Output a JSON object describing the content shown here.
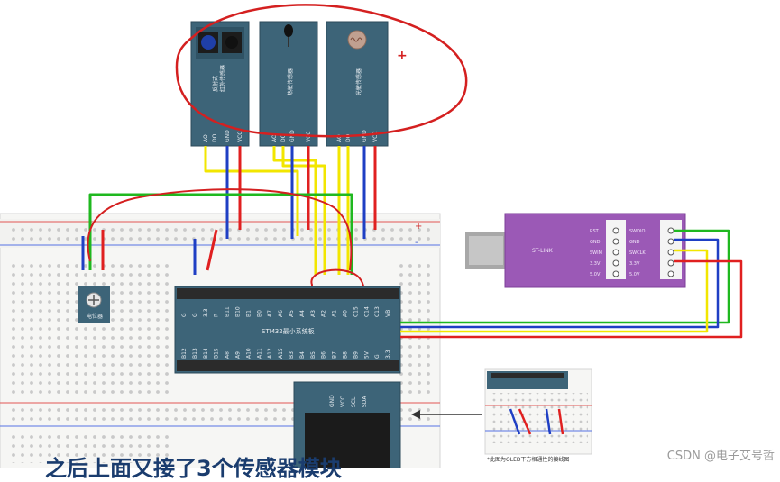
{
  "sensors": [
    {
      "label": "反射式\n红外传感器",
      "pins": [
        "AO",
        "DO",
        "GND",
        "VCC"
      ],
      "icon": "infrared-icon"
    },
    {
      "label": "热敏传感器",
      "pins": [
        "AO",
        "DO",
        "GND",
        "VCC"
      ],
      "icon": "thermistor-icon"
    },
    {
      "label": "光敏传感器",
      "pins": [
        "AO",
        "DO",
        "GND",
        "VCC"
      ],
      "icon": "photoresistor-icon"
    }
  ],
  "plus_mark": "+",
  "breadboard": {
    "plus": "+",
    "minus": "-"
  },
  "potentiometer_label": "电位器",
  "stm32": {
    "title": "STM32最小系统板",
    "top_pins": [
      "G",
      "G",
      "3.3",
      "R",
      "B11",
      "B10",
      "B1",
      "B0",
      "A7",
      "A6",
      "A5",
      "A4",
      "A3",
      "A2",
      "A1",
      "A0",
      "C15",
      "C14",
      "C13",
      "VB"
    ],
    "bottom_pins": [
      "B12",
      "B13",
      "B14",
      "B15",
      "A8",
      "A9",
      "A10",
      "A11",
      "A12",
      "A15",
      "B3",
      "B4",
      "B5",
      "B6",
      "B7",
      "B8",
      "B9",
      "5V",
      "G",
      "3.3"
    ]
  },
  "stlink": {
    "name": "ST-LINK",
    "left_labels": [
      "RST",
      "GND",
      "SWIM",
      "3.3V",
      "5.0V"
    ],
    "right_labels": [
      "SWDIO",
      "GND",
      "SWCLK",
      "3.3V",
      "5.0V"
    ]
  },
  "oled": {
    "pins": [
      "GND",
      "VCC",
      "SCL",
      "SDA"
    ]
  },
  "inset_note": "*此图为OLED下方相通性的接线图",
  "caption": "之后上面又接了3个传感器模块",
  "watermark": "CSDN @电子艾号哲",
  "colors": {
    "wire_yellow": "#f2e600",
    "wire_blue": "#1f3fc4",
    "wire_red": "#e02020",
    "wire_green": "#1fb81f",
    "annotation": "#d42020",
    "module": "#3d6478",
    "stlink": "#9b59b6"
  }
}
